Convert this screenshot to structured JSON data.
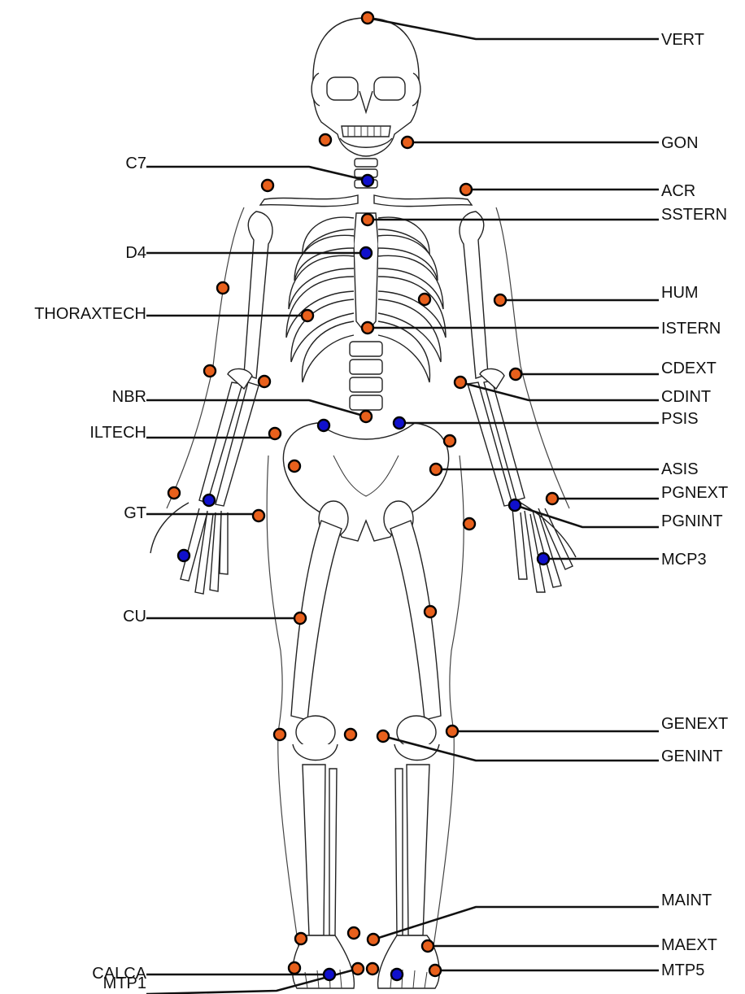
{
  "colors": {
    "marker_standard": "#e8601c",
    "marker_posterior": "#1010cc",
    "line": "#111111",
    "outline": "#222222"
  },
  "labels": {
    "VERT": "VERT",
    "GON": "GON",
    "ACR": "ACR",
    "SSTERN": "SSTERN",
    "HUM": "HUM",
    "ISTERN": "ISTERN",
    "CDEXT": "CDEXT",
    "CDINT": "CDINT",
    "PSIS": "PSIS",
    "ASIS": "ASIS",
    "PGNEXT": "PGNEXT",
    "PGNINT": "PGNINT",
    "MCP3": "MCP3",
    "GENEXT": "GENEXT",
    "GENINT": "GENINT",
    "MAINT": "MAINT",
    "MAEXT": "MAEXT",
    "MTP5": "MTP5",
    "C7": "C7",
    "D4": "D4",
    "THORAXTECH": "THORAXTECH",
    "NBR": "NBR",
    "ILTECH": "ILTECH",
    "GT": "GT",
    "CU": "CU",
    "CALCA": "CALCA",
    "MTP1": "MTP1"
  }
}
